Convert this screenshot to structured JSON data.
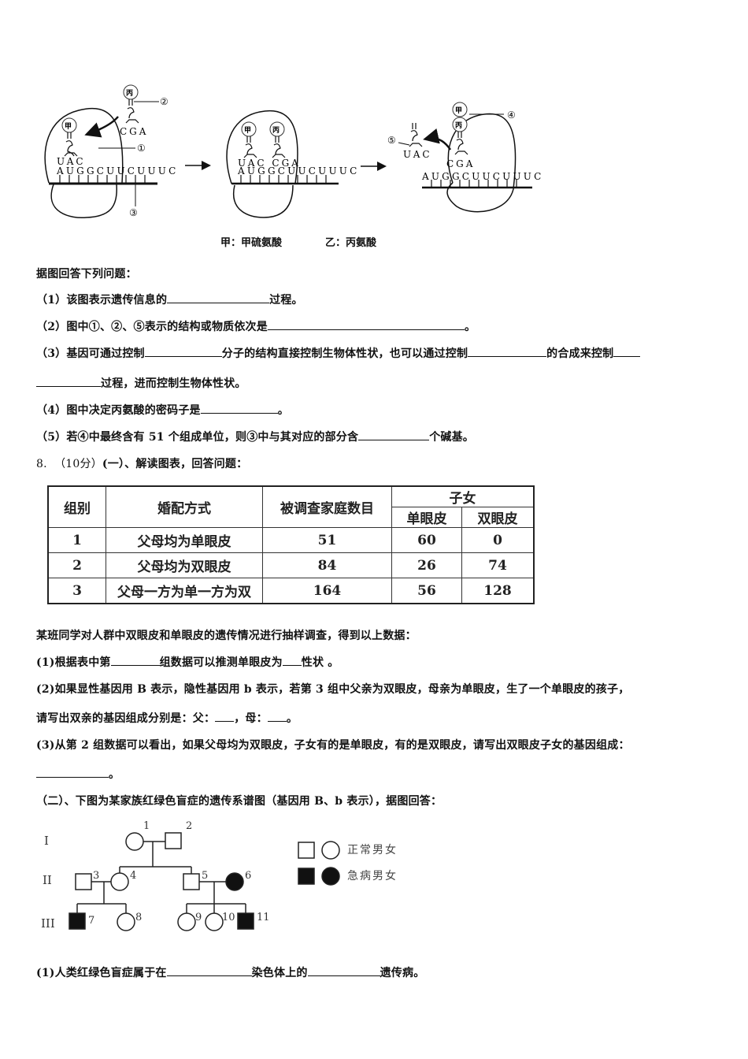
{
  "diagram": {
    "legend": [
      {
        "key": "甲",
        "value": "甲硫氨酸",
        "text": "甲：甲硫氨酸"
      },
      {
        "key": "乙",
        "value": "丙氨酸",
        "text": "乙：丙氨酸"
      }
    ],
    "panels": [
      {
        "mrna": "AUGGCUUCUUUC",
        "trna_left": {
          "aa": "甲",
          "anticodon": "UAC"
        },
        "trna_incoming": {
          "aa": "丙",
          "anticodon": "CGA"
        },
        "labels": [
          "①",
          "②",
          "③"
        ]
      },
      {
        "mrna": "AUGGCUUCUUUC",
        "trna_left": {
          "aa": "甲",
          "anticodon": "UAC"
        },
        "trna_right": {
          "aa": "丙",
          "anticodon": "CGA"
        }
      },
      {
        "mrna": "AUGGCUUCUUUC",
        "trna_leaving": {
          "anticodon": "UAC"
        },
        "trna_site": {
          "aa": "丙",
          "anticodon": "CGA"
        },
        "peptide_top": "甲",
        "labels": [
          "④",
          "⑤"
        ]
      }
    ],
    "arrow": "→"
  },
  "q7": {
    "intro": "据图回答下列问题：",
    "items": [
      {
        "pre": "（1）该图表示遗传信息的",
        "post": "过程。"
      },
      {
        "pre": "（2）图中①、②、⑤表示的结构或物质依次是",
        "post": "。"
      },
      {
        "pre": "（3）基因可通过控制",
        "mid1": "分子的结构直接控制生物体性状，也可以通过控制",
        "mid2": "的合成来控制",
        "line2_post": "过程，进而控制生物体性状。"
      },
      {
        "pre": "（4）图中决定丙氨酸的密码子是",
        "post": "。"
      },
      {
        "pre": "（5）若④中最终含有",
        "num": "51",
        "mid": "个组成单位，则③中与其对应的部分含",
        "post": "个碱基。"
      }
    ]
  },
  "q8": {
    "number": "8.",
    "score": "（10分）",
    "heading": "(一）、解读图表，回答问题：",
    "table": {
      "headers": {
        "group": "组别",
        "marriage": "婚配方式",
        "families": "被调查家庭数目",
        "children": "子女",
        "single": "单眼皮",
        "double": "双眼皮"
      },
      "rows": [
        {
          "group": "1",
          "marriage": "父母均为单眼皮",
          "families": "51",
          "single": "60",
          "double": "0"
        },
        {
          "group": "2",
          "marriage": "父母均为双眼皮",
          "families": "84",
          "single": "26",
          "double": "74"
        },
        {
          "group": "3",
          "marriage": "父母一方为单一方为双",
          "families": "164",
          "single": "56",
          "double": "128"
        }
      ]
    },
    "survey_text": "某班同学对人群中双眼皮和单眼皮的遗传情况进行抽样调查，得到以上数据：",
    "sub": [
      {
        "pre": "(1)根据表中第",
        "mid": "组数据可以推测单眼皮为",
        "post": "性状 。"
      },
      {
        "line1": "(2)如果显性基因用 B 表示，隐性基因用 b 表示，若第 3 组中父亲为双眼皮，母亲为单眼皮，生了一个单眼皮的孩子，",
        "line2_pre": "请写出双亲的基因组成分别是：父：",
        "line2_mid": "，母：",
        "line2_post": "。"
      },
      {
        "line1": "(3)从第 2 组数据可以看出，如果父母均为双眼皮，子女有的是单眼皮，有的是双眼皮，请写出双眼皮子女的基因组成：",
        "line2_post": "。"
      }
    ],
    "part2_heading": "（二）、下图为某家族红绿色盲症的遗传系谱图（基因用 B、b 表示），据图回答：",
    "pedigree": {
      "generations": [
        "I",
        "II",
        "III"
      ],
      "individuals": [
        "1",
        "2",
        "3",
        "4",
        "5",
        "6",
        "7",
        "8",
        "9",
        "10",
        "11"
      ],
      "legend_normal": "正常男女",
      "legend_affected": "急病男女"
    },
    "last_q": {
      "pre": "(1)人类红绿色盲症属于在",
      "mid": "染色体上的",
      "post": "遗传病。"
    }
  }
}
